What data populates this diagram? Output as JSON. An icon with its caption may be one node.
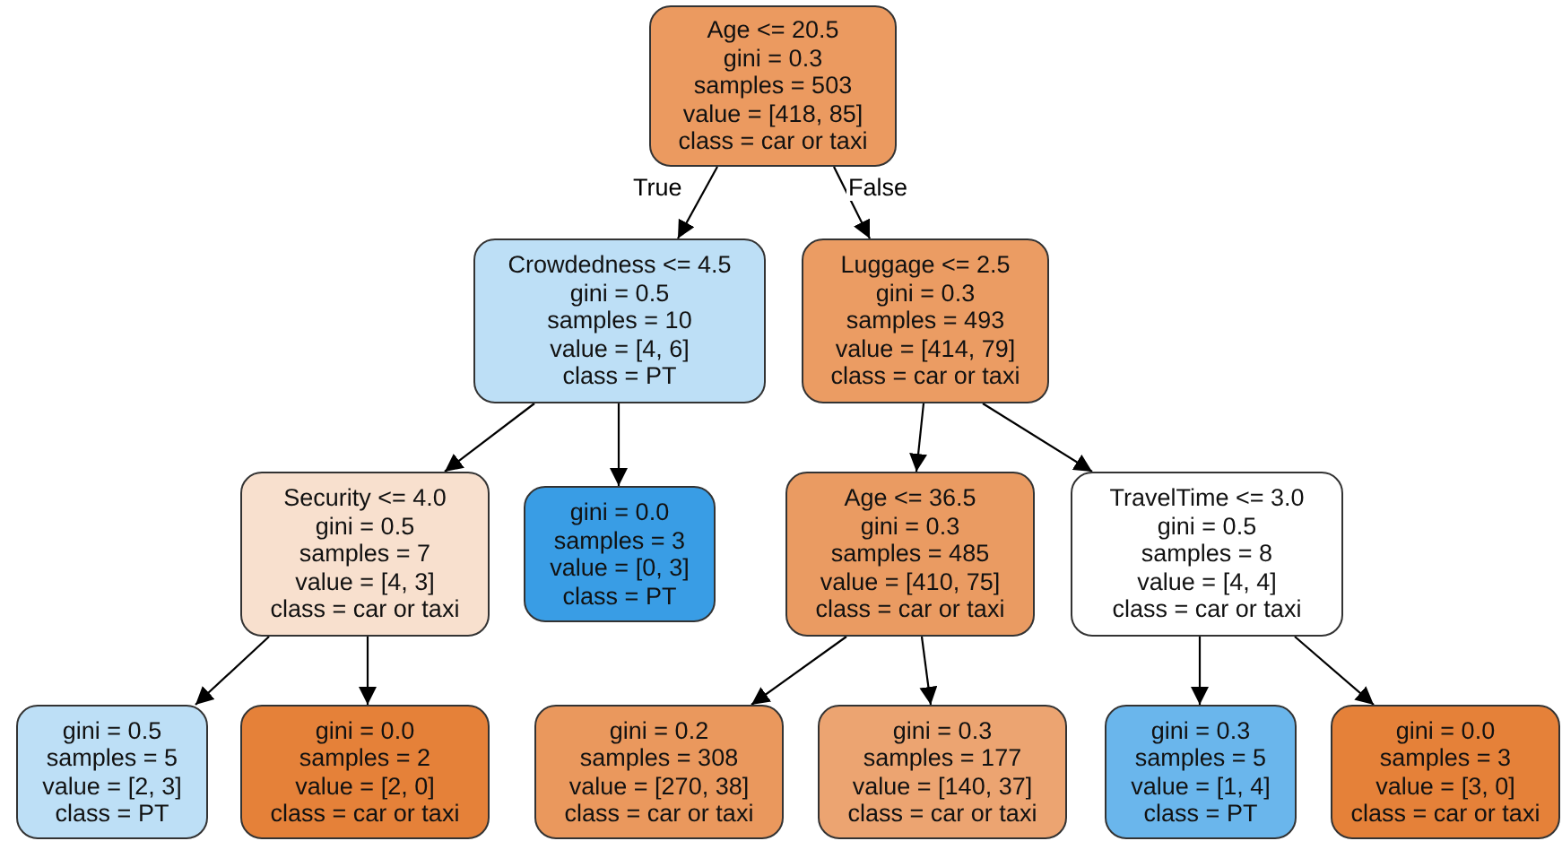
{
  "diagram": {
    "nodes": [
      {
        "text": [
          "Age <= 20.5",
          "gini = 0.3",
          "samples = 503",
          "value = [418, 85]",
          "class = car or taxi"
        ]
      },
      {
        "text": [
          "Crowdedness <= 4.5",
          "gini = 0.5",
          "samples = 10",
          "value = [4, 6]",
          "class = PT"
        ]
      },
      {
        "text": [
          "Luggage <= 2.5",
          "gini = 0.3",
          "samples = 493",
          "value = [414, 79]",
          "class = car or taxi"
        ]
      },
      {
        "text": [
          "Security <= 4.0",
          "gini = 0.5",
          "samples = 7",
          "value = [4, 3]",
          "class = car or taxi"
        ]
      },
      {
        "text": [
          "gini = 0.0",
          "samples = 3",
          "value = [0, 3]",
          "class = PT"
        ]
      },
      {
        "text": [
          "Age <= 36.5",
          "gini = 0.3",
          "samples = 485",
          "value = [410, 75]",
          "class = car or taxi"
        ]
      },
      {
        "text": [
          "TravelTime <= 3.0",
          "gini = 0.5",
          "samples = 8",
          "value = [4, 4]",
          "class = car or taxi"
        ]
      },
      {
        "text": [
          "gini = 0.5",
          "samples = 5",
          "value = [2, 3]",
          "class = PT"
        ]
      },
      {
        "text": [
          "gini = 0.0",
          "samples = 2",
          "value = [2, 0]",
          "class = car or taxi"
        ]
      },
      {
        "text": [
          "gini = 0.2",
          "samples = 308",
          "value = [270, 38]",
          "class = car or taxi"
        ]
      },
      {
        "text": [
          "gini = 0.3",
          "samples = 177",
          "value = [140, 37]",
          "class = car or taxi"
        ]
      },
      {
        "text": [
          "gini = 0.3",
          "samples = 5",
          "value = [1, 4]",
          "class = PT"
        ]
      },
      {
        "text": [
          "gini = 0.0",
          "samples = 3",
          "value = [3, 0]",
          "class = car or taxi"
        ]
      }
    ],
    "edges": [
      {
        "from": 0,
        "to": 1,
        "arrow": "to",
        "label": "True"
      },
      {
        "from": 0,
        "to": 2,
        "arrow": "to",
        "label": "False"
      },
      {
        "from": 1,
        "to": 3,
        "arrow": "to"
      },
      {
        "from": 1,
        "to": 4,
        "arrow": "to"
      },
      {
        "from": 2,
        "to": 5,
        "arrow": "to"
      },
      {
        "from": 2,
        "to": 6,
        "arrow": "to"
      },
      {
        "from": 3,
        "to": 7,
        "arrow": "to"
      },
      {
        "from": 3,
        "to": 8,
        "arrow": "to"
      },
      {
        "from": 5,
        "to": 9,
        "arrow": "to"
      },
      {
        "from": 5,
        "to": 10,
        "arrow": "to"
      },
      {
        "from": 6,
        "to": 11,
        "arrow": "to"
      },
      {
        "from": 6,
        "to": 12,
        "arrow": "to"
      }
    ]
  }
}
